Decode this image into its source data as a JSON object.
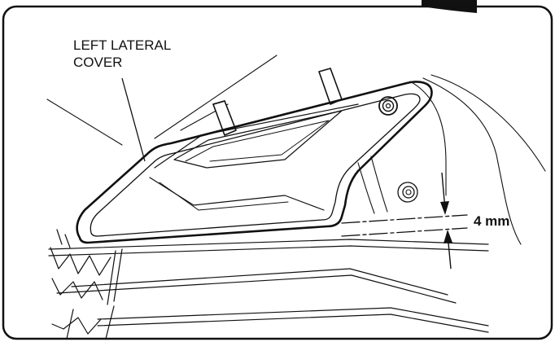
{
  "callout": {
    "line1": "LEFT LATERAL",
    "line2": "COVER"
  },
  "dimension": {
    "value": "4 mm"
  },
  "colors": {
    "stroke": "#111111",
    "background": "#ffffff",
    "corner_tab": "#111111"
  }
}
